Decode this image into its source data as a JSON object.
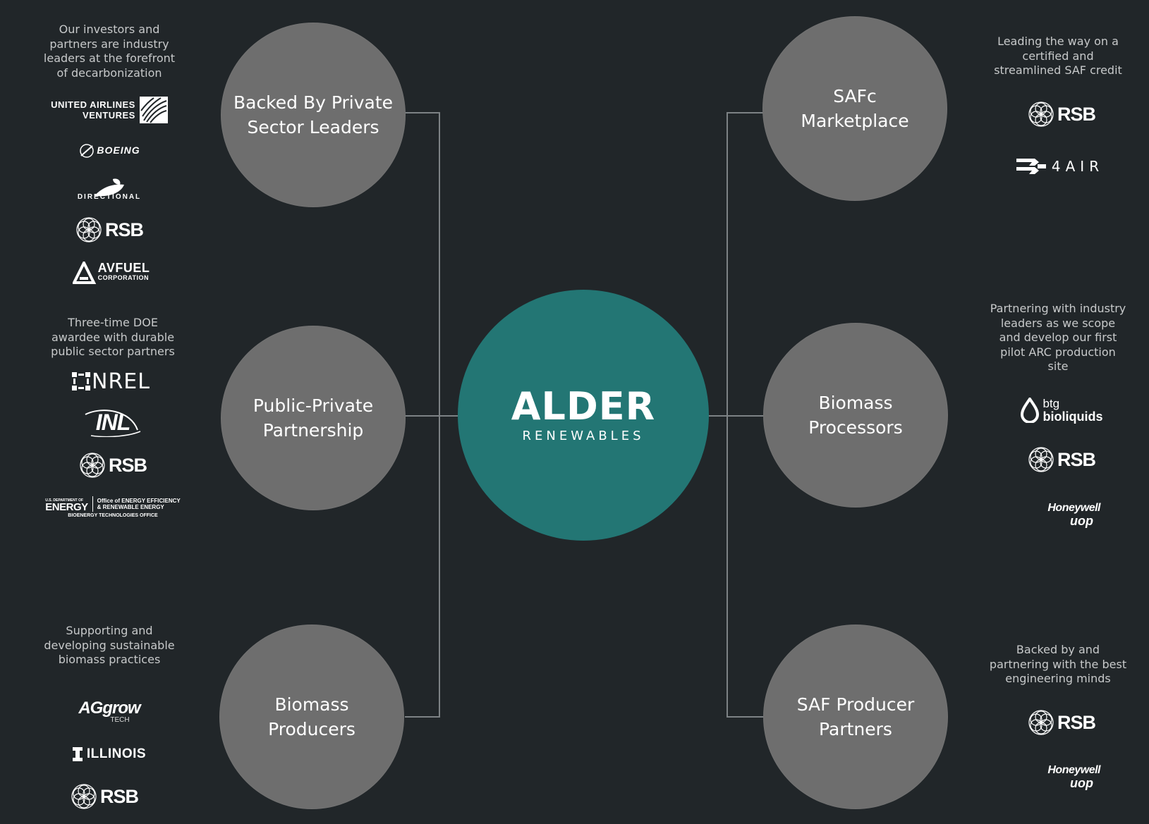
{
  "center": {
    "title": "ALDER",
    "subtitle": "RENEWABLES"
  },
  "nodes": {
    "backed": "Backed By Private Sector Leaders",
    "public_private": "Public-Private Partnership",
    "producers": "Biomass Producers",
    "safc": "SAFc Marketplace",
    "processors": "Biomass Processors",
    "saf_producer": "SAF Producer Partners"
  },
  "descriptions": {
    "backed": "Our investors and\npartners are industry\nleaders at the forefront\nof decarbonization",
    "public_private": "Three-time DOE\nawardee with durable\npublic sector partners",
    "producers": "Supporting and\ndeveloping sustainable\nbiomass practices",
    "safc": "Leading the way on a\ncertified and\nstreamlined SAF credit",
    "processors": "Partnering with industry\nleaders as we scope\nand develop our first\npilot ARC production\nsite",
    "saf_producer": "Backed by and\npartnering with the best\nengineering minds"
  },
  "logos": {
    "united": [
      "UNITED AIRLINES",
      "VENTURES"
    ],
    "boeing": "BOEING",
    "directional": "DIRECTIONAL",
    "rsb": "RSB",
    "avfuel": [
      "AVFUEL",
      "CORPORATION"
    ],
    "nrel": "NREL",
    "inl": "INL",
    "doe": [
      "U.S. DEPARTMENT OF",
      "ENERGY",
      "Office of ENERGY EFFICIENCY",
      "& RENEWABLE ENERGY",
      "BIOENERGY TECHNOLOGIES OFFICE"
    ],
    "agrow": [
      "AGgrow",
      "TECH"
    ],
    "illinois": "ILLINOIS",
    "fourair": "4AIR",
    "btg": [
      "btg",
      "bioliquids"
    ],
    "honeywell": [
      "Honeywell",
      "uop"
    ]
  },
  "colors": {
    "background": "#212629",
    "node": "#6e6e6e",
    "center": "#237674",
    "connector": "#7d8285",
    "text_muted": "#c7c9ca"
  }
}
